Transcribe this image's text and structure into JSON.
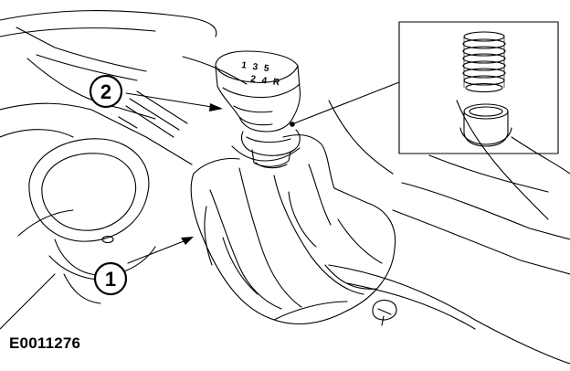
{
  "diagram": {
    "callouts": [
      {
        "label": "1"
      },
      {
        "label": "2"
      }
    ],
    "knob": {
      "pattern_top": "1 3 5",
      "pattern_bottom": "2 4 R"
    },
    "reference_code": "E0011276"
  },
  "colors": {
    "line": "#000000",
    "background": "#ffffff"
  }
}
